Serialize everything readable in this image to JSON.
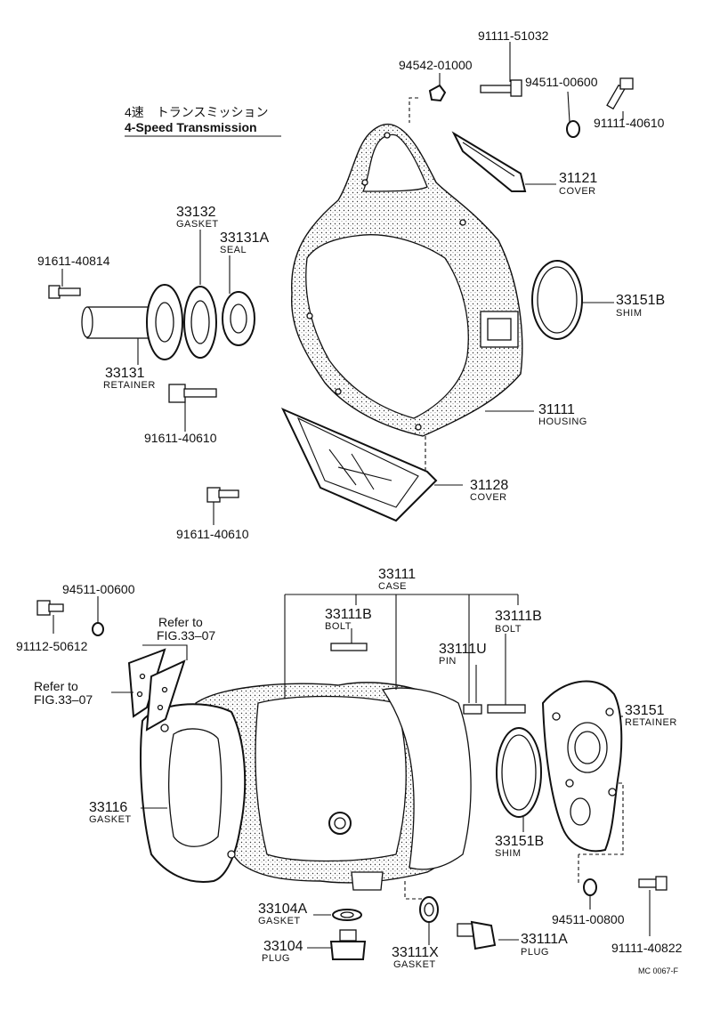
{
  "title": {
    "japanese": "4速　トランスミッション",
    "english": "4-Speed  Transmission"
  },
  "footer_code": "MC 0067-F",
  "refs": {
    "ref_upper": [
      "Refer to",
      "FIG.33–07"
    ],
    "ref_left": [
      "Refer to",
      "FIG.33–07"
    ]
  },
  "callouts": {
    "c91111_51032": {
      "number": "91111-51032",
      "name": ""
    },
    "c94542_01000": {
      "number": "94542-01000",
      "name": ""
    },
    "c94511_00600_top": {
      "number": "94511-00600",
      "name": ""
    },
    "c91111_40610": {
      "number": "91111-40610",
      "name": ""
    },
    "c31121": {
      "number": "31121",
      "name": "COVER"
    },
    "c33132": {
      "number": "33132",
      "name": "GASKET"
    },
    "c33131A": {
      "number": "33131A",
      "name": "SEAL"
    },
    "c91611_40814": {
      "number": "91611-40814",
      "name": ""
    },
    "c33151B_top": {
      "number": "33151B",
      "name": "SHIM"
    },
    "c33131": {
      "number": "33131",
      "name": "RETAINER"
    },
    "c91611_40610_a": {
      "number": "91611-40610",
      "name": ""
    },
    "c31111": {
      "number": "31111",
      "name": "HOUSING"
    },
    "c31128": {
      "number": "31128",
      "name": "COVER"
    },
    "c91611_40610_b": {
      "number": "91611-40610",
      "name": ""
    },
    "c33111": {
      "number": "33111",
      "name": "CASE"
    },
    "c94511_00600_left": {
      "number": "94511-00600",
      "name": ""
    },
    "c91112_50612": {
      "number": "91112-50612",
      "name": ""
    },
    "c33111B_a": {
      "number": "33111B",
      "name": "BOLT"
    },
    "c33111B_b": {
      "number": "33111B",
      "name": "BOLT"
    },
    "c33111U": {
      "number": "33111U",
      "name": "PIN"
    },
    "c33151": {
      "number": "33151",
      "name": "RETAINER"
    },
    "c33116": {
      "number": "33116",
      "name": "GASKET"
    },
    "c33151B_bot": {
      "number": "33151B",
      "name": "SHIM"
    },
    "c33104A": {
      "number": "33104A",
      "name": "GASKET"
    },
    "c33104": {
      "number": "33104",
      "name": "PLUG"
    },
    "c33111X": {
      "number": "33111X",
      "name": "GASKET"
    },
    "c33111A": {
      "number": "33111A",
      "name": "PLUG"
    },
    "c94511_00800": {
      "number": "94511-00800",
      "name": ""
    },
    "c91111_40822": {
      "number": "91111-40822",
      "name": ""
    }
  }
}
